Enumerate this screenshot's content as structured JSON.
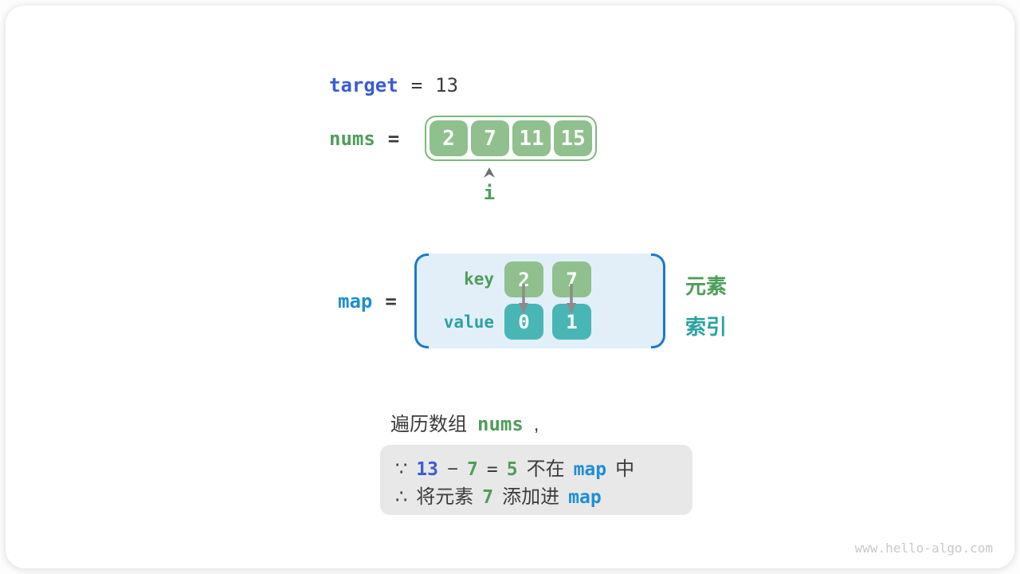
{
  "target_row": {
    "label": "target",
    "equals": "=",
    "value": "13"
  },
  "nums_row": {
    "label": "nums",
    "equals": "=",
    "cells": [
      "2",
      "7",
      "11",
      "15"
    ],
    "pointer_label": "i"
  },
  "map_row": {
    "label": "map",
    "equals": "=",
    "key_label": "key",
    "value_label": "value",
    "keys": [
      "2",
      "7"
    ],
    "values": [
      "0",
      "1"
    ],
    "element_label": "元素",
    "index_label": "索引"
  },
  "caption": {
    "prefix": "遍历数组",
    "code": "nums",
    "comma": ","
  },
  "note": {
    "because": "∵",
    "minuend": "13",
    "minus": "−",
    "subtrahend": "7",
    "equals": "=",
    "difference": "5",
    "not_in": "不在",
    "map_token": "map",
    "in_suffix": "中",
    "therefore": "∴",
    "add_prefix": "将元素",
    "add_value": "7",
    "add_verb": "添加进",
    "add_map_token": "map"
  },
  "watermark": "www.hello-algo.com",
  "colors": {
    "royal_blue": "#3b5bd5",
    "azure_blue": "#1e8fd5",
    "green_text": "#4e9e5a",
    "teal_text": "#2da1a1",
    "cell_green": "#8fc08e",
    "cell_teal": "#48b6b4",
    "array_border_green": "#7db87d",
    "map_bg": "#e2eff9",
    "bracket_blue": "#1a79d0",
    "note_bg": "#e8e8e8",
    "dark_text": "#3c3c3c",
    "arrow_gray": "#8c8c8c"
  }
}
